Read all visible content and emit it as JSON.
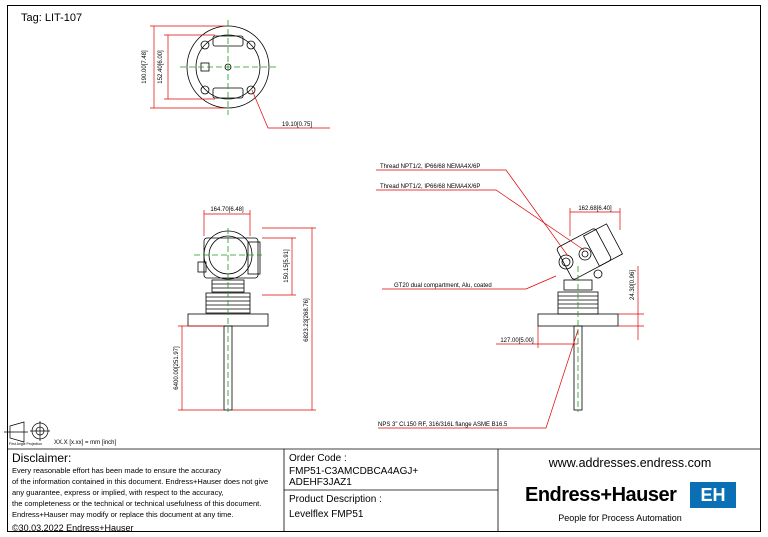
{
  "tag": "Tag: LIT-107",
  "units_note": "XX.X [x.xx] = mm [inch]",
  "projection_label": "First Angle Projection",
  "dimensions": {
    "top_d1": "190.00[7.48]",
    "top_d2": "152.40[6.00]",
    "top_d3": "19.10[0.75]",
    "front_w": "164.70[6.48]",
    "front_h1": "150.15[5.91]",
    "front_total": "6823.23[268.76]",
    "front_probe": "6400.00[251.97]",
    "side_w": "162.68[6.40]",
    "side_flange": "24.30[0.96]",
    "side_offset": "127.00[5.00]"
  },
  "callouts": {
    "thread1": "Thread NPT1/2, IP66/68 NEMA4X/6P",
    "thread2": "Thread NPT1/2, IP66/68 NEMA4X/6P",
    "housing": "GT20 dual compartment, Alu, coated",
    "flange": "NPS 3\" Cl.150 RF, 316/316L flange ASME B16.5"
  },
  "disclaimer": {
    "title": "Disclaimer:",
    "lines": [
      "Every reasonable effort has been made to ensure the accuracy",
      "of the information contained in this document. Endress+Hauser does not give",
      "any guarantee, express or implied, with respect to the accuracy,",
      "the completeness or the technical or technical usefulness of this document.",
      "Endress+Hauser may modify or replace this document at any time."
    ],
    "copyright": "©30.03.2022 Endress+Hauser"
  },
  "order": {
    "label": "Order Code :",
    "line1": "FMP51-C3AMCDBCA4AGJ+",
    "line2": "ADEHF3JAZ1"
  },
  "product": {
    "label": "Product Description :",
    "value": "Levelflex FMP51"
  },
  "brand": {
    "url": "www.addresses.endress.com",
    "name": "Endress+Hauser",
    "logo_letters": "EH",
    "tagline": "People for Process Automation",
    "color": "#0a6fb5"
  }
}
